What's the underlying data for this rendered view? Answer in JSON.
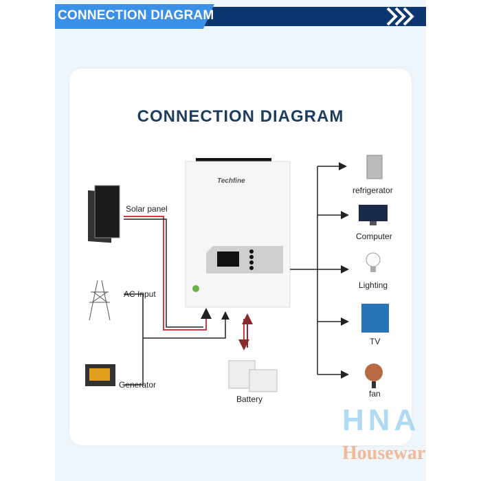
{
  "banner": {
    "title": "CONNECTION DIAGRAM"
  },
  "diagram": {
    "title": "CONNECTION DIAGRAM",
    "inverter": {
      "brand": "Techfine"
    },
    "inputs": [
      {
        "label": "Solar panel",
        "icon": "solar-panel-icon"
      },
      {
        "label": "AC Input",
        "icon": "power-tower-icon"
      },
      {
        "label": "Generator",
        "icon": "generator-icon"
      }
    ],
    "storage": {
      "label": "Battery",
      "icon": "battery-icon"
    },
    "outputs": [
      {
        "label": "refrigerator",
        "icon": "refrigerator-icon"
      },
      {
        "label": "Computer",
        "icon": "computer-icon"
      },
      {
        "label": "Lighting",
        "icon": "bulb-icon"
      },
      {
        "label": "TV",
        "icon": "tv-icon"
      },
      {
        "label": "fan",
        "icon": "fan-icon"
      }
    ]
  },
  "watermark": {
    "line1": "HNA",
    "line2": "Housewar"
  },
  "colors": {
    "banner_light": "#3a8fe6",
    "banner_dark": "#0b3670",
    "title": "#1d3d5e",
    "wire_red": "#d23a3a"
  }
}
